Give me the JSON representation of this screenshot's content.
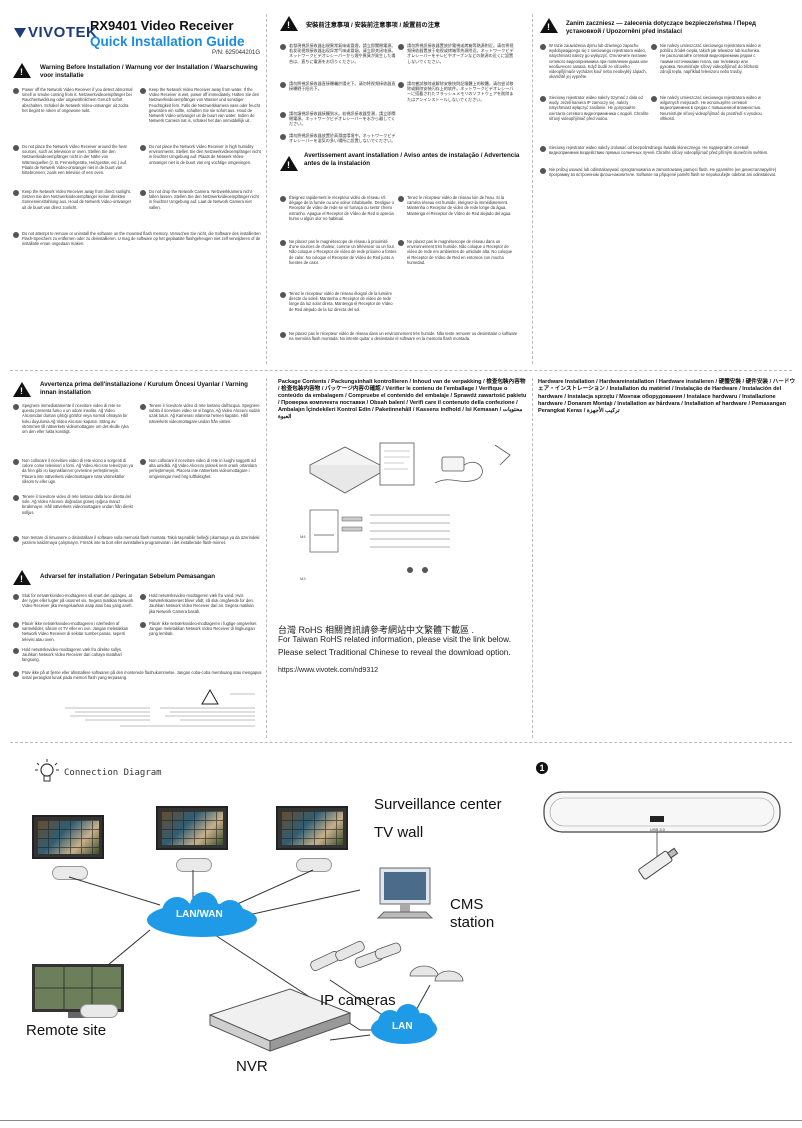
{
  "brand": "VIVOTEK",
  "doc": {
    "title": "RX9401 Video Receiver",
    "subtitle": "Quick Installation Guide",
    "part_number": "P/N: 625044201G"
  },
  "col1": {
    "warning_head": "Warning Before Installation / Warnung vor der Installation / Waarschuwing voor installatie",
    "items": [
      {
        "en": "Power off the Network Video Receiver if you detect abnormal smell or smoke coming from it.",
        "de": "Netzwerkvideoempfänger bei Rauchentwicklung oder ungewöhnlichem Geruch sofort abschalten.",
        "nl": "Schakel de Netwerk Video-ontvanger uit zodra het begint te roken of ongewone ruikt."
      },
      {
        "en": "Keep the Network Video Receiver away from water. If the Video Receiver is wet, power off immediately.",
        "de": "Halten Sie den Netzwerkvideoempfänger von Wasser und sonstiger Feuchtigkeit fern. Falls die Netzwerkkamera nass oder feucht geworden ein sollte, schalten Sie sie sofort aus.",
        "nl": "Houd de Netwerk Video-ontvanger uit de buurt van water. Indien de Netwerk Camera nat is, schakel het dan onmiddellijk uit."
      },
      {
        "en": "Do not place the Network Video Receiver around the heat sources, such as television or oven.",
        "de": "Stellen Sie den Netzwerkvideoempfänger nicht in der Nähe von Wärmequellen (z. B. Fernsehgeräte, Heizgeräte, etc.) auf.",
        "nl": "Plaats de Netwerk Video-ontvanger niet in de buurt van hittebronnen, zoals een televisie of een oven."
      },
      {
        "en": "Do not place the Network Video Receiver in high humidity environments.",
        "de": "Stellen Sie den Netzwerkvideoempfänger nicht in feuchter Umgebung auf.",
        "nl": "Plaats de Netwerk Video-ontvanger niet in de buurt van erg vochtige omgevingen."
      },
      {
        "en": "Keep the Network Video Receiver away from direct sunlight.",
        "de": "Setzen Sie den Netzwerkvideoempfänger keiner direkten Sonneneinstrahlung aus.",
        "nl": "Houd de Netwerk Video-ontvanger uit de buurt van direct zonlicht."
      },
      {
        "en": "Do not drop the Network Camera. Netzwerkkamera nicht fallen lassen.",
        "de": "Stellen Sie den Netzwerkvideoempfänger nicht in feuchter Umgebung auf.",
        "nl": "Laat de Network Camera niet vallen."
      },
      {
        "en": "Do not attempt to remove or uninstall the software on the mounted flash memory.",
        "de": "Versuchen Sie nicht, die Software des installierten Flash-Speichers zu entfernen oder zu deinstallieren.",
        "nl": "U mag de software op het geplaatste flashgeheugen niet zelf verwijderen of de installatie ervan ongedaan maken."
      }
    ],
    "tr_head": "Avvertenza prima dell'installazione / Kurulum Öncesi Uyarılar / Varning innan installation",
    "tr_items": [
      "Spegnere immediatamente il ricevitore video di rete se questo presenta fumo o un odore insolito. Ağ Video Alıcısından duman çıktığı görülür veya normal olmayan bir koku duyulursa Ağ Video Alıcısını kapatın. Stäng av strömmen till nätverkets videomottagare om det skulle ryka om den eller lukta konstigt.",
      "Tenere il ricevitore video di rete lontano dall'acqua. Spegnere subito il ricevitore video se si bagna. Ağ Video Alıcısını sudan uzak tutun. Ağ Kamerası ıslanırsa hemen kapatın. Håll nätverkets videomottagare undan från vatten.",
      "Non collocare il ricevitore video di rete vicino a sorgenti di calore come televisori o forni. Ağ Video Alıcısını televizyon ya da fırın gibi ısı kaynaklarının çevresine yerleştirmeyin. Placera inte nätverkets videomottagare nära värmekällor såsom tv eller ugn.",
      "Non collocare il ricevitore video di rete in luoghi soggetti ad alta umidità. Ağ Video Alıcısını yüksek nem oranlı ortamlara yerleştirmeyin. Placera inte nätverkets videomottagare i omgivningar med hög luftfuktighet.",
      "Tenere il ricevitore video di rete lontano dalla luce diretta del sole. Ağ Video Alıcısını doğrudan güneş ışığına maruz bırakmayın. Håll nätverkets videomottagare undan från direkt solljus.",
      "Non tentare di rimuovere o disinstallare il software sulla memoria flash montata. Takılı taşınabilir belleği çıkarmaya ya da üzerindeki yazılımı kaldırmaya çalışmayın. Försök inte ta bort eller avinstallera programvaran i det installerade flash-minnet."
    ],
    "da_head": "Advarsel før installation / Peringatan Sebelum Pemasangan",
    "da_items": [
      "Sluk for netværksvideo-modtageren så snart det opdages, at der ryger eller lugter på usonnet vis. Segera matikan Network Video Receiver jika mengeluarkan asap atau bau yang aneh.",
      "Hold netværksvideo-modtageren væk fra vand. Hvis Netværkskameraet bliver vådt, så sluk omgående for den. Jauhkan Network Video Receiver dari air. Segera matikan jika Network Camera basah.",
      "Placér ikke netværksvideo-modtageren i nærheden af varmekilder, såsom et TV eller en ovn. Jangan meletakkan Network Video Receiver di sekitar sumber panas, seperti televisi atau oven.",
      "Placér ikke netværksvideo-modtageren i fugtige omgivelser. Jangan meletakkan Network Video Receiver di lingkungan yang lembab.",
      "Hold netværksvideo-modtageren væk fra direkte sollys. Jauhkan Network Video Receiver dari cahaya matahari langsung.",
      "Prøv ikke på at fjerne eller afinstallere softwaren på den monterede flashukommelse. Jangan coba-coba membuang atau mengapus instal perangkat lunak pada memori flash yang terpasang."
    ]
  },
  "col2": {
    "head_cjk": "安裝前注意事項 / 安装前注意事项 / 設置前の注意",
    "items_cjk": [
      "若發現視訊接收器出現異常氣味或冒煙，請立即關閉電源。若发现视频接收器出现异常气味或冒烟，请立即关闭电源。ネットワークビデオレシーバーから煙や異臭が発生した場合は、直ちに電源をお切りください。",
      "請勿將視訊接收器置放於電視或烤箱等熱源附近。请勿将视频接收器置放于电视或烤箱等热源附近。ネットワークビデオレシーバーをテレビやオーブンなどの熱源の近くに設置しないでください。",
      "請勿將視訊接收器直接曝曬於陽光下。请勿将视频接收器直接曝晒于阳光下。",
      "請勿嘗試移除或解除安裝快閃記憶體上的軟體。请勿尝试移除或解除安装闪存上的软件。ネットワークビデオレシーバーに搭載されたフラッシュメモリのソフトウェアを削除またはアンインストールしないでください。",
      "請勿讓視訊接收器接觸到水。若視訊接收器受潮，請立即關閉電源。ネットワークビデオレシーバーを水から離してください。",
      "請勿將視訊接收器放置於高濕度環境中。ネットワークビデオレシーバーを湿気の多い場所に設置しないでください。"
    ],
    "fr_head": "Avertissement avant installation / Aviso antes de instalação / Advertencia antes de la instalación",
    "fr_items": [
      "Éteignez rapidement le récepteur vidéo de réseau s'il dégage de la fumée ou une odeur inhabituelle. Desligue o Receptor de vídeo de rede se vir fumaça ou sentir cheiro estranho. Apague el Receptor de Vídeo de Red si aprecia humo u algún olor no habitual.",
      "Tenez le récepteur vidéo de réseau loin de l'eau. Si la caméra réseau est humide, éteignez-la immédiatement. Mantenha o Receptor de vídeo de rede longe da água. Mantenga el Receptor de Vídeo de Red alejado del agua.",
      "Ne placez pas le magnétoscope de réseau à proximité d'une sources de chaleur, comme un téléviseur ou un four. Não coloque o Receptor de vídeo de rede próximo a fontes de calor. No coloque el Receptor de Vídeo de Red junto a fuentes de calor.",
      "Ne placez pas le magnétoscope de réseau dans un environnement très humide. Não coloque o Receptor de vídeo de rede em ambientes de umidade alta. No coloque el Receptor de Vídeo de Red en entornos con mucha humedad.",
      "Tenez le récepteur vidéo de réseau éloigné de la lumière directe du soleil. Mantenha o Receptor de vídeo de rede longe da luz solar direta. Mantenga el Receptor de Vídeo de Red alejado de la luz directa del sol.",
      "Ne placez pas le récepteur vidéo de réseau dans un environnement très humide. Não tente remover ou desinstalar o software na memória flash montada. No intente quitar o desinstalar el software en la memoria flash montada."
    ],
    "pkg_head": "Package Contents / Packungsinhalt kontrollieren / Inhoud van de verpakking / 檢查包裝內容物 / 检查包装内容物 / パッケージ内容の確認 / Vérifier le contenu de l'emballage / Verifique o conteúdo da embalagem / Compruebe el contenido del embalaje / Sprawdź zawartość pakietu / Проверка комплекта поставки / Obsah balení / Verifi care il contenuto della confezione / Ambalajın İçindekileri Kontrol Edin / Paketinnehåll / Kassens indhold / Isi Kemasan / محتويات العبوة",
    "rohs_cn": "台灣 RoHS 相關資訊請參考網站中文繁體下載區 .",
    "rohs_en1": "For Taiwan RoHS related information, please visit the link below.",
    "rohs_en2": "Please select Traditional Chinese to reveal the download option.",
    "rohs_url": "https://www.vivotek.com/nd9312",
    "dim_a": "M4",
    "dim_b": "M3"
  },
  "col3": {
    "pl_head": "Zanim zaczniesz — zalecenia dotyczące bezpieczeństwa / Перед установкой / Upozornění před instalací",
    "pl_items": [
      "W razie zauważenia dymu lub dziwnego zapachu wydobywającego się z sieciowego rejestratora wideo, natychmiast należy go wyłączyć. Отключите питание сетевого видеоприемника при появлении дыма или необычного запаха. Když budě ze síťového videopřijímače vycházet kouř nebo neobvyklý zápach, okamžitě jej vypněte.",
      "Nie należy umieszczać sieciowego rejestratora wideo w pobliżu źródeł ciepła, takich jak telewizor lub kuchenka. Не располагайте сетевой видеоприемник рядом с такими источниками тепла, как телевизор или духовка. Neumisťujte síťový videopřijímač do blízkosti zdrojů tepla, například televizoru nebo trouby.",
      "Sieciowy rejestrator wideo należy trzymać z dala od wody. Jeżeli kamera IP zamoczy się, należy natychmiast wyłączyć zasilanie. Не допускайте контакта сетевого видеоприемника с водой. Chraňte síťový videopřijímač před vodou.",
      "Nie należy umieszczać sieciowego rejestratora wideo w wilgotnych miejscach. Не используйте сетевой видеоприемник в средах с повышенной влажностью. Neumisťujte síťový videopřijímač do prostředí s vysokou vlhkostí.",
      "Sieciowy rejestrator wideo należy izolować od bezpośredniego światła słonecznego. Не подвергайте сетевой видеоприемник воздействию прямых солнечных лучей. Chraňte síťový videopřijímač před přímým slunečním světlem.",
      "Nie próbuj usuwać lub odinstalowywać oprogramowania w zamontowanej pamięci flash. Не удаляйте (не деинсталлируйте) программу во встроенном флэш-накопителе. Software na připojené paměti flash se nepokoušejte odebrat ani odinstalovat."
    ],
    "hw_head": "Hardware Installation / Hardwareinstallation / Hardware installeren / 硬體安裝 / 硬件安装 / ハードウェア・インストレーション / Installation du matériel / Instalação de Hardware / Instalación del hardware / Instalacja sprzętu / Монтаж оборудования / Instalace hardwaru / Installazione hardware / Donanım Montajı / Installation av hårdvara / Installation af hardware / Pemasangan Perangkat Keras / تركيب الأجهزة"
  },
  "diagram": {
    "title": "Connection Diagram",
    "lan_wan": "LAN/WAN",
    "lan": "LAN",
    "surveillance_center": "Surveillance center",
    "tv_wall": "TV wall",
    "cms_station": "CMS station",
    "ip_cameras": "IP cameras",
    "remote_site": "Remote site",
    "nvr": "NVR",
    "step": "1",
    "usb_label": "USB 3.0"
  },
  "colors": {
    "brand_blue": "#1a8be0",
    "cloud_blue": "#1e9ae6"
  }
}
